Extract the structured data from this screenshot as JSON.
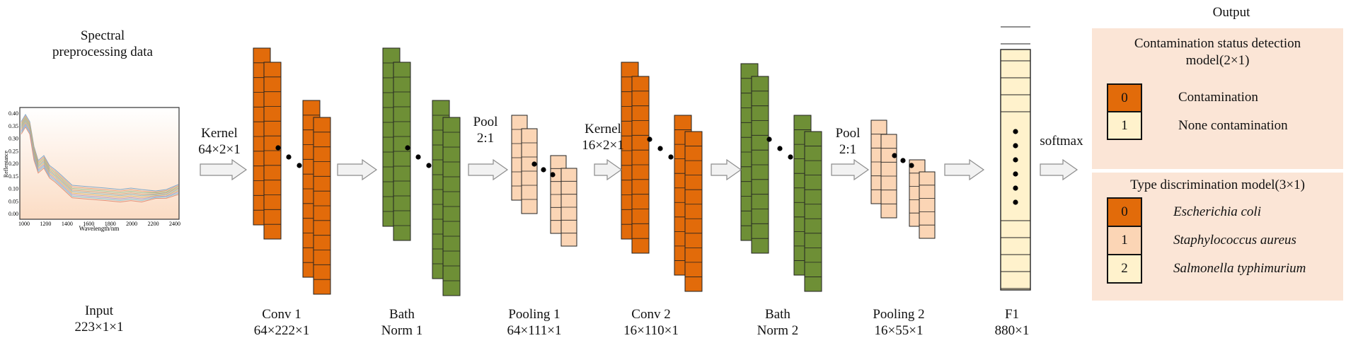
{
  "colors": {
    "conv": "#e26b0a",
    "norm": "#6e8f36",
    "pool": "#fbd5b5",
    "fc": "#fff2cc",
    "panel": "#fbe5d6",
    "arrow": "#f2f2f2",
    "arrow_stroke": "#8c8c8c"
  },
  "input": {
    "title_line1": "Spectral",
    "title_line2": "preprocessing data",
    "label": "Input",
    "dims": "223×1×1",
    "plot": {
      "ylabel": "Reflentance",
      "xlabel": "Wavelength/nm",
      "y_ticks": [
        "0.40",
        "0.35",
        "0.30",
        "0.25",
        "0.20",
        "0.15",
        "0.10",
        "0.05",
        "0.00"
      ],
      "x_ticks": [
        "1000",
        "1200",
        "1400",
        "1600",
        "1800",
        "2000",
        "2200",
        "2400"
      ]
    }
  },
  "ops": {
    "kernel1": [
      "Kernel",
      "64×2×1"
    ],
    "pool1": [
      "Pool",
      "2:1"
    ],
    "kernel2": [
      "Kernel",
      "16×2×1"
    ],
    "pool2": [
      "Pool",
      "2:1"
    ],
    "softmax": "softmax"
  },
  "layers": [
    {
      "name": "Conv 1",
      "dims": "64×222×1"
    },
    {
      "name": "Bath",
      "dims": "Norm 1"
    },
    {
      "name": "Pooling 1",
      "dims": "64×111×1"
    },
    {
      "name": "Conv 2",
      "dims": "16×110×1"
    },
    {
      "name": "Bath",
      "dims": "Norm 2"
    },
    {
      "name": "Pooling 2",
      "dims": "16×55×1"
    },
    {
      "name": "F1",
      "dims": "880×1"
    }
  ],
  "output": {
    "title": "Output",
    "status_model": {
      "title_line1": "Contamination status detection",
      "title_line2": "model(2×1)",
      "rows": [
        {
          "value": "0",
          "label": "Contamination"
        },
        {
          "value": "1",
          "label": "None contamination"
        }
      ]
    },
    "type_model": {
      "title": "Type discrimination model(3×1)",
      "rows": [
        {
          "value": "0",
          "label": "Escherichia coli"
        },
        {
          "value": "1",
          "label": "Staphylococcus aureus"
        },
        {
          "value": "2",
          "label": "Salmonella typhimurium"
        }
      ]
    }
  }
}
